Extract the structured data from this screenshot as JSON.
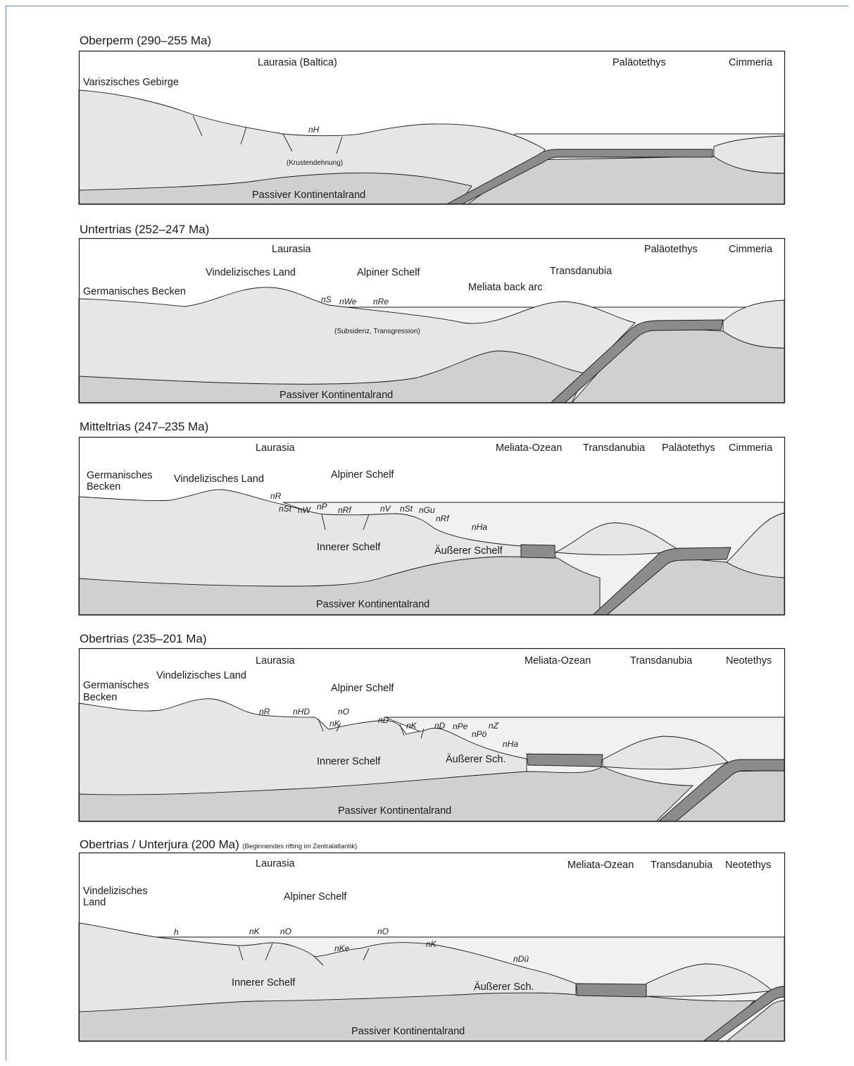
{
  "panels": [
    {
      "title": "Oberperm (290–255 Ma)",
      "labels": {
        "laurasia": "Laurasia (Baltica)",
        "palaeotethys": "Paläotethys",
        "cimmeria": "Cimmeria",
        "variszisch": "Variszisches Gebirge",
        "nH": "nH",
        "krusten": "(Krustendehnung)",
        "passiv": "Passiver Kontinentalrand"
      }
    },
    {
      "title": "Untertrias (252–247 Ma)",
      "labels": {
        "laurasia": "Laurasia",
        "palaeotethys": "Paläotethys",
        "cimmeria": "Cimmeria",
        "vindel": "Vindelizisches Land",
        "alpiner": "Alpiner Schelf",
        "transdanubia": "Transdanubia",
        "germanisch": "Germanisches Becken",
        "meliata": "Meliata back arc",
        "nS": "nS",
        "nWe": "nWe",
        "nRe": "nRe",
        "subsidenz": "(Subsidenz,  Transgression)",
        "passiv": "Passiver Kontinentalrand"
      }
    },
    {
      "title": "Mitteltrias (247–235 Ma)",
      "labels": {
        "laurasia": "Laurasia",
        "meliata": "Meliata-Ozean",
        "transdanubia": "Transdanubia",
        "palaeotethys": "Paläotethys",
        "cimmeria": "Cimmeria",
        "germanisch_1": "Germanisches",
        "germanisch_2": "Becken",
        "vindel": "Vindelizisches Land",
        "alpiner": "Alpiner Schelf",
        "nR": "nR",
        "nSt1": "nSt",
        "nW": "nW",
        "nP": "nP",
        "nRf1": "nRf",
        "nV": "nV",
        "nSt2": "nSt",
        "nGu": "nGu",
        "nRf2": "nRf",
        "nHa": "nHa",
        "innerer": "Innerer Schelf",
        "aeusserer": "Äußerer Schelf",
        "passiv": "Passiver Kontinentalrand"
      }
    },
    {
      "title": "Obertrias (235–201 Ma)",
      "labels": {
        "laurasia": "Laurasia",
        "meliata": "Meliata-Ozean",
        "transdanubia": "Transdanubia",
        "neotethys": "Neotethys",
        "vindel": "Vindelizisches Land",
        "germanisch_1": "Germanisches",
        "germanisch_2": "Becken",
        "alpiner": "Alpiner Schelf",
        "nR": "nR",
        "nHD": "nHD",
        "nO": "nO",
        "nK1": "nK",
        "nD1": "nD",
        "nK2": "nK",
        "nD2": "nD",
        "nPe": "nPe",
        "nZ": "nZ",
        "nPoe": "nPö",
        "nHa": "nHa",
        "innerer": "Innerer Schelf",
        "aeusserer": "Äußerer Sch.",
        "passiv": "Passiver Kontinentalrand"
      }
    },
    {
      "title": "Obertrias / Unterjura (200 Ma)",
      "note": "(Beginnendes rifting im Zentralatlantik)",
      "labels": {
        "laurasia": "Laurasia",
        "meliata": "Meliata-Ozean",
        "transdanubia": "Transdanubia",
        "neotethys": "Neotethys",
        "vindel_1": "Vindelizisches",
        "vindel_2": "Land",
        "alpiner": "Alpiner Schelf",
        "h": "h",
        "nK1": "nK",
        "nO1": "nO",
        "nO2": "nO",
        "nKe": "nKe",
        "nK2": "nK",
        "nDue": "nDü",
        "innerer": "Innerer Schelf",
        "aeusserer": "Äußerer Sch.",
        "passiv": "Passiver Kontinentalrand"
      }
    }
  ],
  "colors": {
    "land": "#e6e6e6",
    "sea": "#f1f1f1",
    "basement": "#d0d0d0",
    "oceanic_slab": "#8c8c8c",
    "frame": "#5b88b8"
  }
}
